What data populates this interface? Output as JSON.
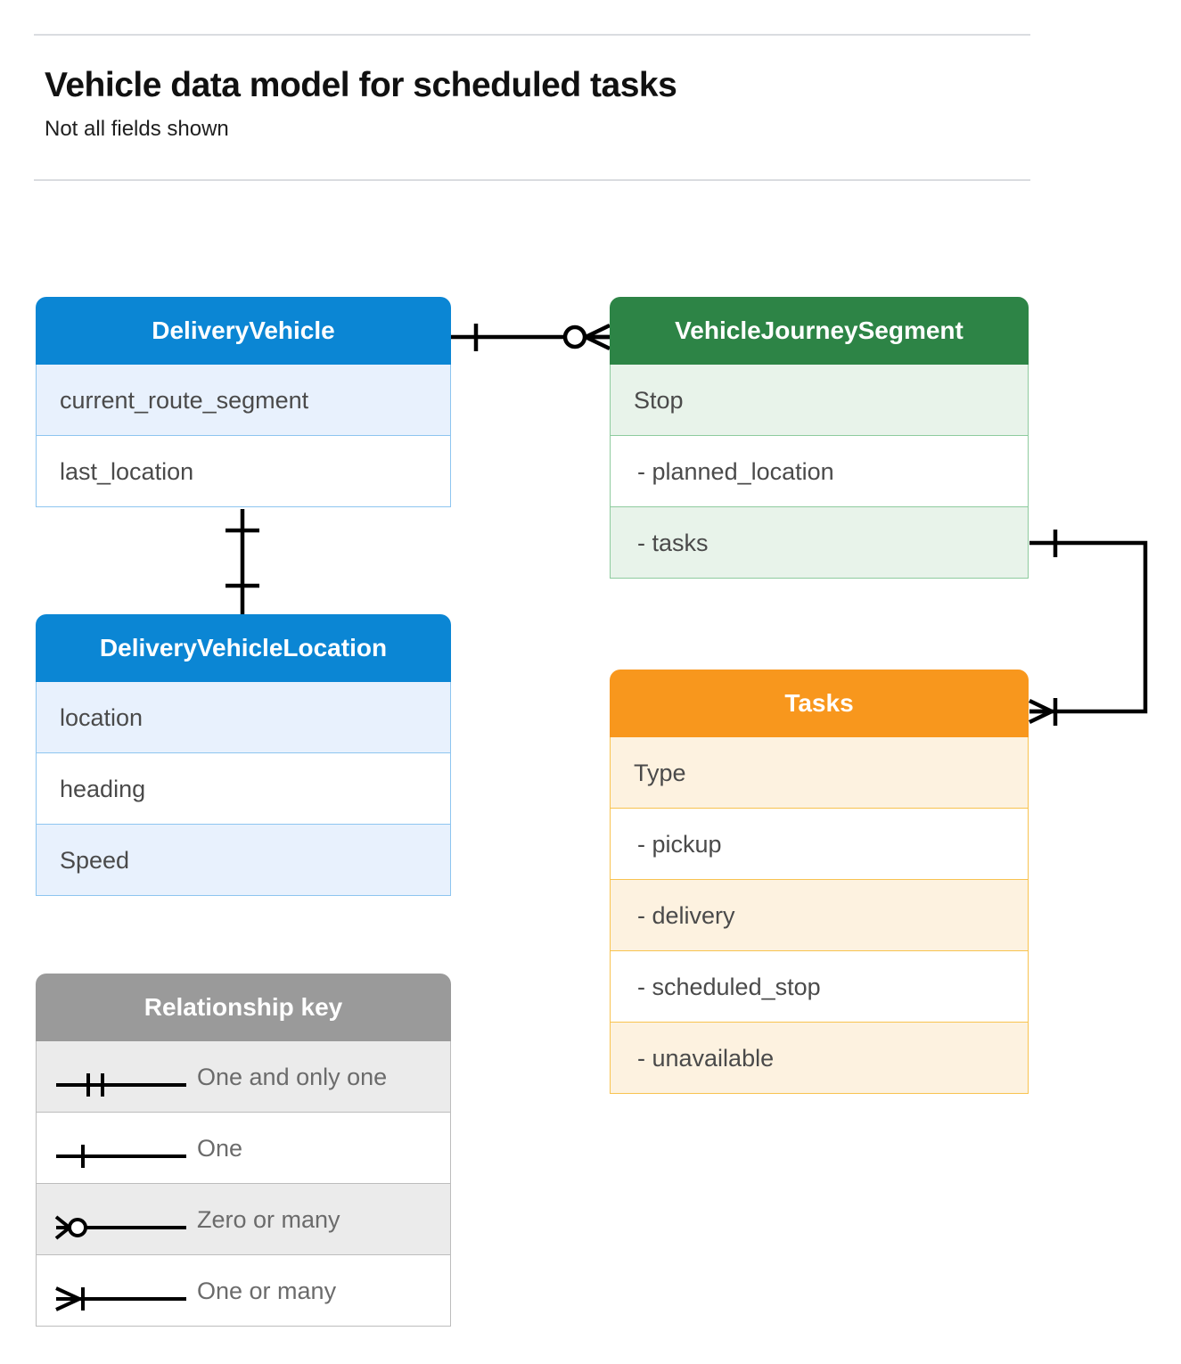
{
  "header": {
    "title": "Vehicle data model for scheduled tasks",
    "subtitle": "Not all fields shown"
  },
  "colors": {
    "blue": "#0b86d4",
    "blue_tint": "#e8f1fd",
    "blue_border": "#8ec5f0",
    "green": "#2d8446",
    "green_tint": "#e8f3ea",
    "green_border": "#8ecb9e",
    "orange": "#f8971d",
    "orange_tint": "#fdf2e0",
    "orange_border": "#f8c350",
    "gray": "#9a9a9a",
    "gray_tint": "#ebebeb",
    "connector": "#000000",
    "rule": "#dadce0"
  },
  "entities": {
    "delivery_vehicle": {
      "title": "DeliveryVehicle",
      "rows": [
        "current_route_segment",
        "last_location"
      ]
    },
    "vehicle_journey_segment": {
      "title": "VehicleJourneySegment",
      "rows": [
        "Stop",
        "-  planned_location",
        "- tasks"
      ]
    },
    "delivery_vehicle_location": {
      "title": "DeliveryVehicleLocation",
      "rows": [
        "location",
        "heading",
        "Speed"
      ]
    },
    "tasks": {
      "title": "Tasks",
      "rows": [
        "Type",
        "-  pickup",
        "-  delivery",
        "-  scheduled_stop",
        "-  unavailable"
      ]
    }
  },
  "legend": {
    "title": "Relationship key",
    "items": [
      {
        "label": "One and only one",
        "symbol": "one-and-only-one"
      },
      {
        "label": "One",
        "symbol": "one"
      },
      {
        "label": "Zero or many",
        "symbol": "zero-or-many"
      },
      {
        "label": "One or many",
        "symbol": "one-or-many"
      }
    ]
  },
  "relationships": [
    {
      "from": "DeliveryVehicle",
      "to": "VehicleJourneySegment",
      "from_cardinality": "one",
      "to_cardinality": "zero or many"
    },
    {
      "from": "DeliveryVehicle",
      "to": "DeliveryVehicleLocation",
      "from_cardinality": "one",
      "to_cardinality": "one"
    },
    {
      "from": "VehicleJourneySegment",
      "to": "Tasks",
      "from_cardinality": "one",
      "to_cardinality": "one or many"
    }
  ]
}
